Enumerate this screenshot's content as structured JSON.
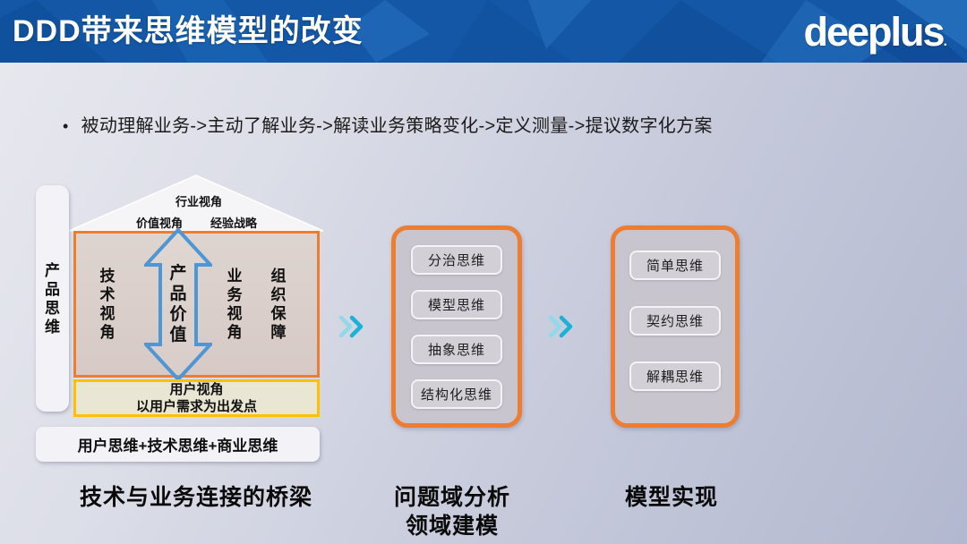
{
  "header": {
    "title": "DDD带来思维模型的改变",
    "logo_text": "deeplus",
    "logo_dot": "."
  },
  "intro": {
    "bullet_glyph": "•",
    "bullet_text": "被动理解业务->主动了解业务->解读业务策略变化->定义测量->提议数字化方案"
  },
  "bridge_section": {
    "side_label": "产品思维",
    "roof": {
      "top_label": "行业视角",
      "left_label": "价值视角",
      "right_label": "经验战略"
    },
    "core_box": {
      "left_column": "技术视角",
      "arrow_label": "产品价值",
      "middle_column": "业务视角",
      "right_column": "组织保障"
    },
    "user_box": {
      "line1": "用户视角",
      "line2": "以用户需求为出发点"
    },
    "summary_box": "用户思维+技术思维+商业思维",
    "caption": "技术与业务连接的桥梁"
  },
  "analysis_section": {
    "items": [
      "分治思维",
      "模型思维",
      "抽象思维",
      "结构化思维"
    ],
    "caption_line1": "问题域分析",
    "caption_line2": "领域建模"
  },
  "implementation_section": {
    "items": [
      "简单思维",
      "契约思维",
      "解耦思维"
    ],
    "caption": "模型实现"
  },
  "icons": {
    "flow_arrow": "double-chevron-right",
    "value_arrow": "double-headed-vertical-arrow"
  },
  "colors": {
    "header_blue": "#1357a6",
    "accent_orange": "#ed7d31",
    "accent_yellow": "#ffc000",
    "arrow_blue": "#4f96d4",
    "chevron_cyan_light": "#8fd9e9",
    "chevron_cyan_dark": "#19b2d9",
    "core_box_fill": "#dad0ca",
    "user_box_fill": "#e9e6d4",
    "panel_fill": "#c9c5cf"
  }
}
